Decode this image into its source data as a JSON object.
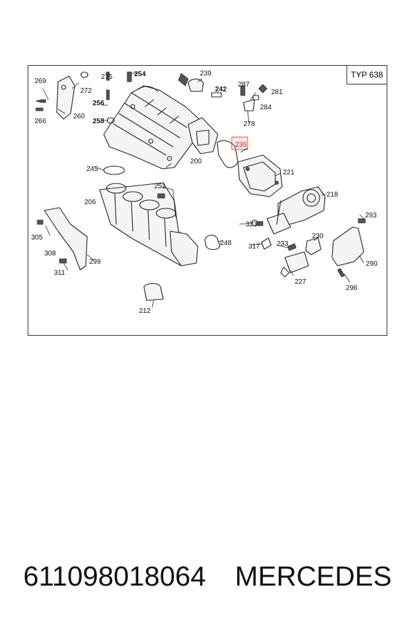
{
  "diagram": {
    "type_label": "TYP 638",
    "highlighted_part": "236",
    "callouts": [
      {
        "id": "c269",
        "text": "269",
        "bold": false
      },
      {
        "id": "c275",
        "text": "275",
        "bold": false
      },
      {
        "id": "c254",
        "text": "254",
        "bold": true
      },
      {
        "id": "c239",
        "text": "239",
        "bold": false
      },
      {
        "id": "c272",
        "text": "272",
        "bold": false
      },
      {
        "id": "c242",
        "text": "242",
        "bold": true
      },
      {
        "id": "c287",
        "text": "287",
        "bold": false
      },
      {
        "id": "c281",
        "text": "281",
        "bold": false
      },
      {
        "id": "c256",
        "text": "256",
        "bold": true
      },
      {
        "id": "c284",
        "text": "284",
        "bold": false
      },
      {
        "id": "c260",
        "text": "260",
        "bold": false
      },
      {
        "id": "c266",
        "text": "266",
        "bold": false
      },
      {
        "id": "c258",
        "text": "258",
        "bold": true
      },
      {
        "id": "c278",
        "text": "278",
        "bold": false
      },
      {
        "id": "c236",
        "text": "236",
        "bold": false
      },
      {
        "id": "c200",
        "text": "200",
        "bold": false
      },
      {
        "id": "c245",
        "text": "245",
        "bold": false
      },
      {
        "id": "c221",
        "text": "221",
        "bold": false
      },
      {
        "id": "c251",
        "text": "251",
        "bold": false
      },
      {
        "id": "c218",
        "text": "218",
        "bold": false
      },
      {
        "id": "c206",
        "text": "206",
        "bold": false
      },
      {
        "id": "c293",
        "text": "293",
        "bold": false
      },
      {
        "id": "c305",
        "text": "305",
        "bold": false
      },
      {
        "id": "c323",
        "text": "323",
        "bold": false
      },
      {
        "id": "c230",
        "text": "230",
        "bold": false
      },
      {
        "id": "c248",
        "text": "248",
        "bold": false
      },
      {
        "id": "c317",
        "text": "317",
        "bold": false
      },
      {
        "id": "c233",
        "text": "233",
        "bold": false
      },
      {
        "id": "c308",
        "text": "308",
        "bold": false
      },
      {
        "id": "c290",
        "text": "290",
        "bold": false
      },
      {
        "id": "c299",
        "text": "299",
        "bold": false
      },
      {
        "id": "c311",
        "text": "311",
        "bold": false
      },
      {
        "id": "c227",
        "text": "227",
        "bold": false
      },
      {
        "id": "c296",
        "text": "296",
        "bold": false
      },
      {
        "id": "c212",
        "text": "212",
        "bold": false
      }
    ]
  },
  "footer": {
    "part_number": "611098018064",
    "brand": "MERCEDES"
  }
}
